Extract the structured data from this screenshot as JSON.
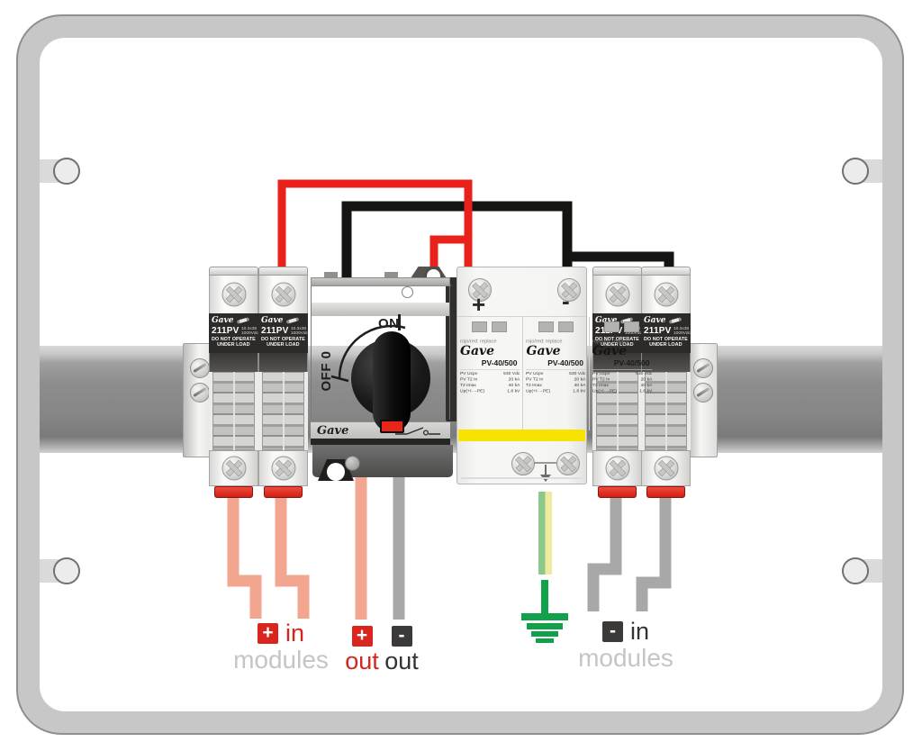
{
  "fuse_holder": {
    "brand": "Gave",
    "model": "211PV",
    "size": "10.3x38",
    "voltage": "1000Vdc",
    "warning_line1": "DO NOT OPERATE",
    "warning_line2": "UNDER LOAD"
  },
  "switch": {
    "brand": "Gave",
    "on_label": "ON",
    "off_label": "OFF 0"
  },
  "spd": {
    "plus_terminal": "+",
    "minus_terminal": "-",
    "replace_note": "rojo/red: replace",
    "brand": "Gave",
    "model": "PV-40/500",
    "spec_rows": [
      {
        "key": "PV Ucpv",
        "value": "530 Vdc"
      },
      {
        "key": "PV T2 In",
        "value": "20 kA"
      },
      {
        "key": "T2 Imax",
        "value": "40 kA"
      },
      {
        "key": "Up(+/-→PE)",
        "value": "1.8 kV"
      }
    ]
  },
  "labels": {
    "modules_pos_in": {
      "symbol": "+",
      "text": "in",
      "subtext": "modules"
    },
    "out_pos": {
      "symbol": "+",
      "text": "out"
    },
    "out_neg": {
      "symbol": "-",
      "text": "out"
    },
    "modules_neg_in": {
      "symbol": "-",
      "text": "in",
      "subtext": "modules"
    }
  },
  "colors": {
    "wire_red": "#e8221a",
    "wire_black": "#141413",
    "wire_salmon": "#f3a68f",
    "wire_gray": "#a8a8a8",
    "ground_wire_green": "#8cc88e",
    "ground_wire_yellow": "#eeeb9e",
    "ground_symbol_green": "#12a14b",
    "label_red": "#d8251d",
    "label_dark": "#3b3a38",
    "label_gray": "#c5c5c3",
    "spd_yellow_band": "#f6e300",
    "fuse_cap_red": "#e02b20"
  }
}
